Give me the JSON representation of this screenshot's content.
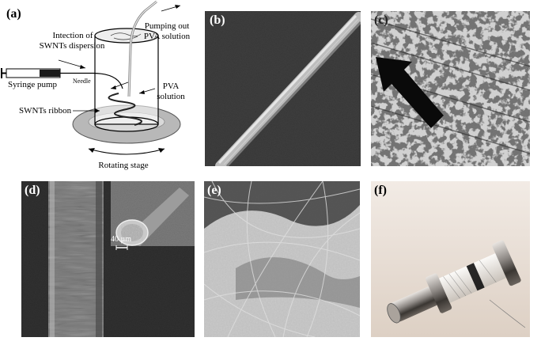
{
  "panels": {
    "a": {
      "label": "(a)",
      "injection_label_line1": "Intection of",
      "injection_label_line2": "SWNTs dispersion",
      "pumping_label_line1": "Pumping out",
      "pumping_label_line2": "PVA solution",
      "syringe_label": "Syringe pump",
      "needle_label": "Needle",
      "pva_label_line1": "PVA",
      "pva_label_line2": "solution",
      "ribbon_label": "SWNTs ribbon",
      "stage_label": "Rotating stage"
    },
    "b": {
      "label": "(b)"
    },
    "c": {
      "label": "(c)"
    },
    "d": {
      "label": "(d)",
      "scale_label": "40 µm"
    },
    "e": {
      "label": "(e)"
    },
    "f": {
      "label": "(f)"
    }
  }
}
